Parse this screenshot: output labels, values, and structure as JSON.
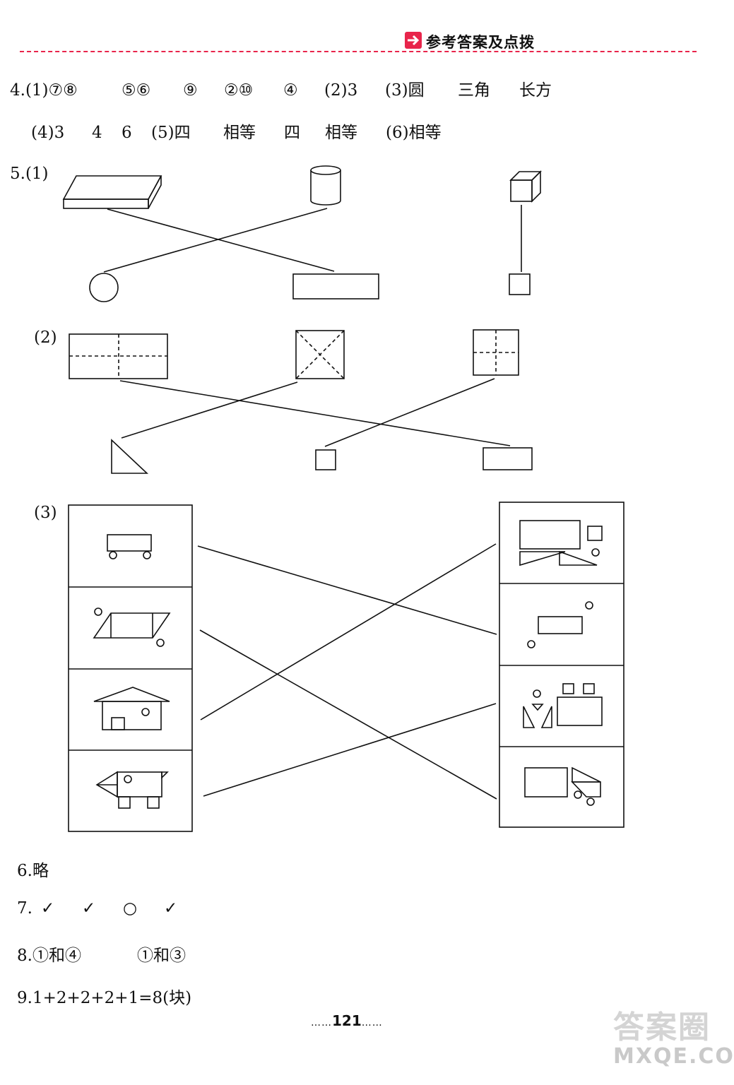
{
  "header": {
    "title": "参考答案及点拨",
    "accent_color": "#e8254b"
  },
  "q4": {
    "line1": [
      "4.(1)⑦⑧",
      "⑤⑥",
      "⑨",
      "②⑩",
      "④",
      "(2)3",
      "(3)圆",
      "三角",
      "长方"
    ],
    "line2": [
      "(4)3",
      "4",
      "6",
      "(5)四",
      "相等",
      "四",
      "相等",
      "(6)相等"
    ]
  },
  "q5": {
    "label": "5.(1)",
    "sub2": "(2)",
    "sub3": "(3)"
  },
  "q6": "6.略",
  "q7": {
    "label": "7.",
    "marks": [
      "✓",
      "✓",
      "○",
      "✓"
    ]
  },
  "q8": {
    "label": "8.",
    "answers": [
      "①和④",
      "①和③"
    ]
  },
  "q9": "9.1+2+2+2+1=8(块)",
  "footer": {
    "page_number": "121",
    "dots": "……"
  },
  "watermark": {
    "chinese": "答案圈",
    "site": "MXQE.COM"
  }
}
